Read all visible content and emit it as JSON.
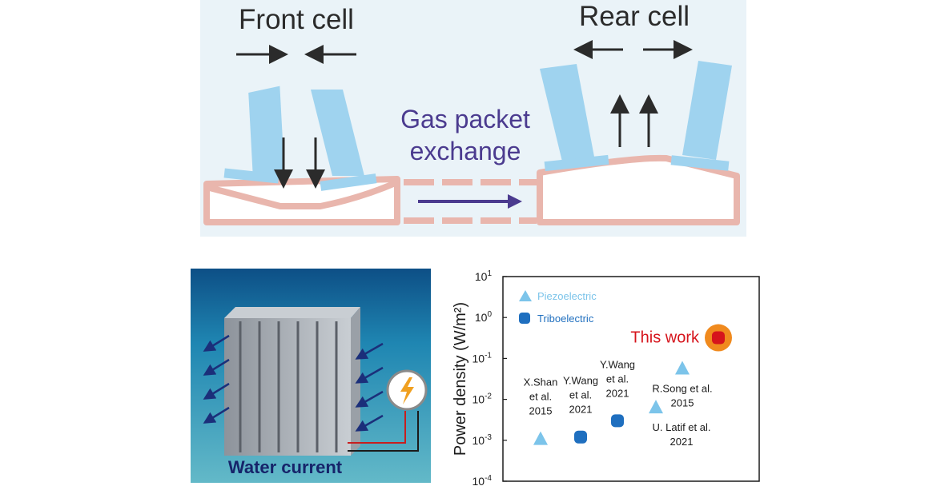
{
  "top_diagram": {
    "front_cell_label": "Front cell",
    "rear_cell_label": "Rear cell",
    "exchange_label_line1": "Gas packet",
    "exchange_label_line2": "exchange"
  },
  "device_illustration": {
    "caption": "Water current",
    "power_icon": "lightning-bolt-icon"
  },
  "colors": {
    "panel_bg": "#eaf3f8",
    "bar_blue": "#9fd3ef",
    "membrane_pink": "#e9b6ad",
    "arrow_dark": "#2b2b2b",
    "exchange_purple": "#4b3b8f",
    "piezo": "#7cc4ea",
    "tribo": "#1f6fbf",
    "this_work_red": "#d6141c",
    "this_work_halo": "#f08a1e"
  },
  "chart_data": {
    "type": "scatter",
    "ylabel": "Power density (W/m²)",
    "yscale": "log",
    "ylim": [
      0.0001,
      10
    ],
    "y_ticks": [
      {
        "base": "10",
        "exp": "1",
        "value": 10
      },
      {
        "base": "10",
        "exp": "0",
        "value": 1
      },
      {
        "base": "10",
        "exp": "-1",
        "value": 0.1
      },
      {
        "base": "10",
        "exp": "-2",
        "value": 0.01
      },
      {
        "base": "10",
        "exp": "-3",
        "value": 0.001
      },
      {
        "base": "10",
        "exp": "-4",
        "value": 0.0001
      }
    ],
    "legend": [
      {
        "name": "Piezoelectric",
        "marker": "triangle",
        "color": "#7cc4ea"
      },
      {
        "name": "Triboelectric",
        "marker": "rounded-square",
        "color": "#1f6fbf"
      }
    ],
    "points": [
      {
        "label_lines": [
          "X.Shan",
          "et al.",
          "2015"
        ],
        "type": "Piezoelectric",
        "y": 0.0011
      },
      {
        "label_lines": [
          "Y.Wang",
          "et al.",
          "2021"
        ],
        "type": "Triboelectric",
        "y": 0.0012
      },
      {
        "label_lines": [
          "Y.Wang",
          "et al.",
          "2021"
        ],
        "type": "Triboelectric",
        "y": 0.003
      },
      {
        "label_lines": [
          "U. Latif et al.",
          "2021"
        ],
        "type": "Piezoelectric",
        "y": 0.0065
      },
      {
        "label_lines": [
          "R.Song et al.",
          "2015"
        ],
        "type": "Piezoelectric",
        "y": 0.058
      },
      {
        "label_lines": [
          "This work"
        ],
        "type": "This work",
        "y": 0.32
      }
    ]
  }
}
